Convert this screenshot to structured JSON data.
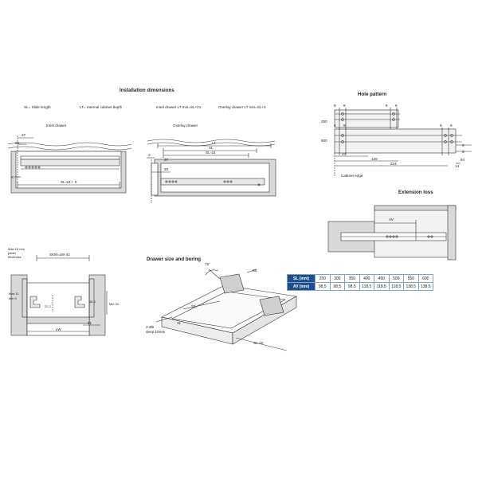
{
  "installation": {
    "title": "Installation dimensions",
    "legend_sl": "SL= Slide length",
    "legend_lt": "LT= Internal cabinet depth",
    "inset_rule": "Inset drawer LT min=SL+21",
    "overlay_rule": "Overlay drawer LT min=SL+3",
    "inset_label": "Inset drawer",
    "overlay_label": "Overlay drawer",
    "inset_dims": {
      "d37": "37",
      "d20": "20",
      "x": "X",
      "sl10x": "SL-10 + X"
    },
    "overlay_dims": {
      "lt": "LT",
      "sl": "SL",
      "sl10": "SL-10",
      "d3": "3",
      "d37": "37",
      "d20": "20"
    }
  },
  "hole_pattern": {
    "title": "Hole pattern",
    "row_250": "250",
    "row_500": "500",
    "top_dims": [
      "9",
      "9",
      "9",
      "9"
    ],
    "bottom_dims": [
      "9",
      "9",
      "9",
      "9"
    ],
    "side_dims": [
      "9",
      "9",
      "64",
      "14"
    ],
    "d37": "37",
    "d128": "128",
    "d224": "224",
    "cabinet_edge": "Cabinet edge"
  },
  "extension_loss": {
    "title": "Extension loss",
    "av": "AV"
  },
  "side_section": {
    "panel_note": [
      "Max 16 mm",
      "panel",
      "thickness"
    ],
    "skm": "SKM=LW-42",
    "max11": "Max 11",
    "min9": "Min 9",
    "d222": "22,2",
    "d365": "36,5",
    "min34": "Min 34",
    "d21": "21",
    "lw": "LW"
  },
  "drawer_boring": {
    "title": "Drawer size and boring",
    "angle": "75°",
    "d68": "68",
    "d37": "37",
    "d11": "11",
    "hole_a": "2-Ø6",
    "hole_b": "deep 10mm",
    "sl10": "SL-10"
  },
  "table": {
    "rows": [
      {
        "label": "SL (mm)",
        "values": [
          "250",
          "300",
          "350",
          "400",
          "450",
          "500",
          "550",
          "600"
        ]
      },
      {
        "label": "AV (mm)",
        "values": [
          "98,5",
          "98,5",
          "98,5",
          "118,5",
          "118,5",
          "118,5",
          "138,5",
          "138,5"
        ]
      }
    ]
  },
  "colors": {
    "table_header": "#1f4e8c",
    "panel": "#d9d9d9",
    "line": "#333333"
  }
}
